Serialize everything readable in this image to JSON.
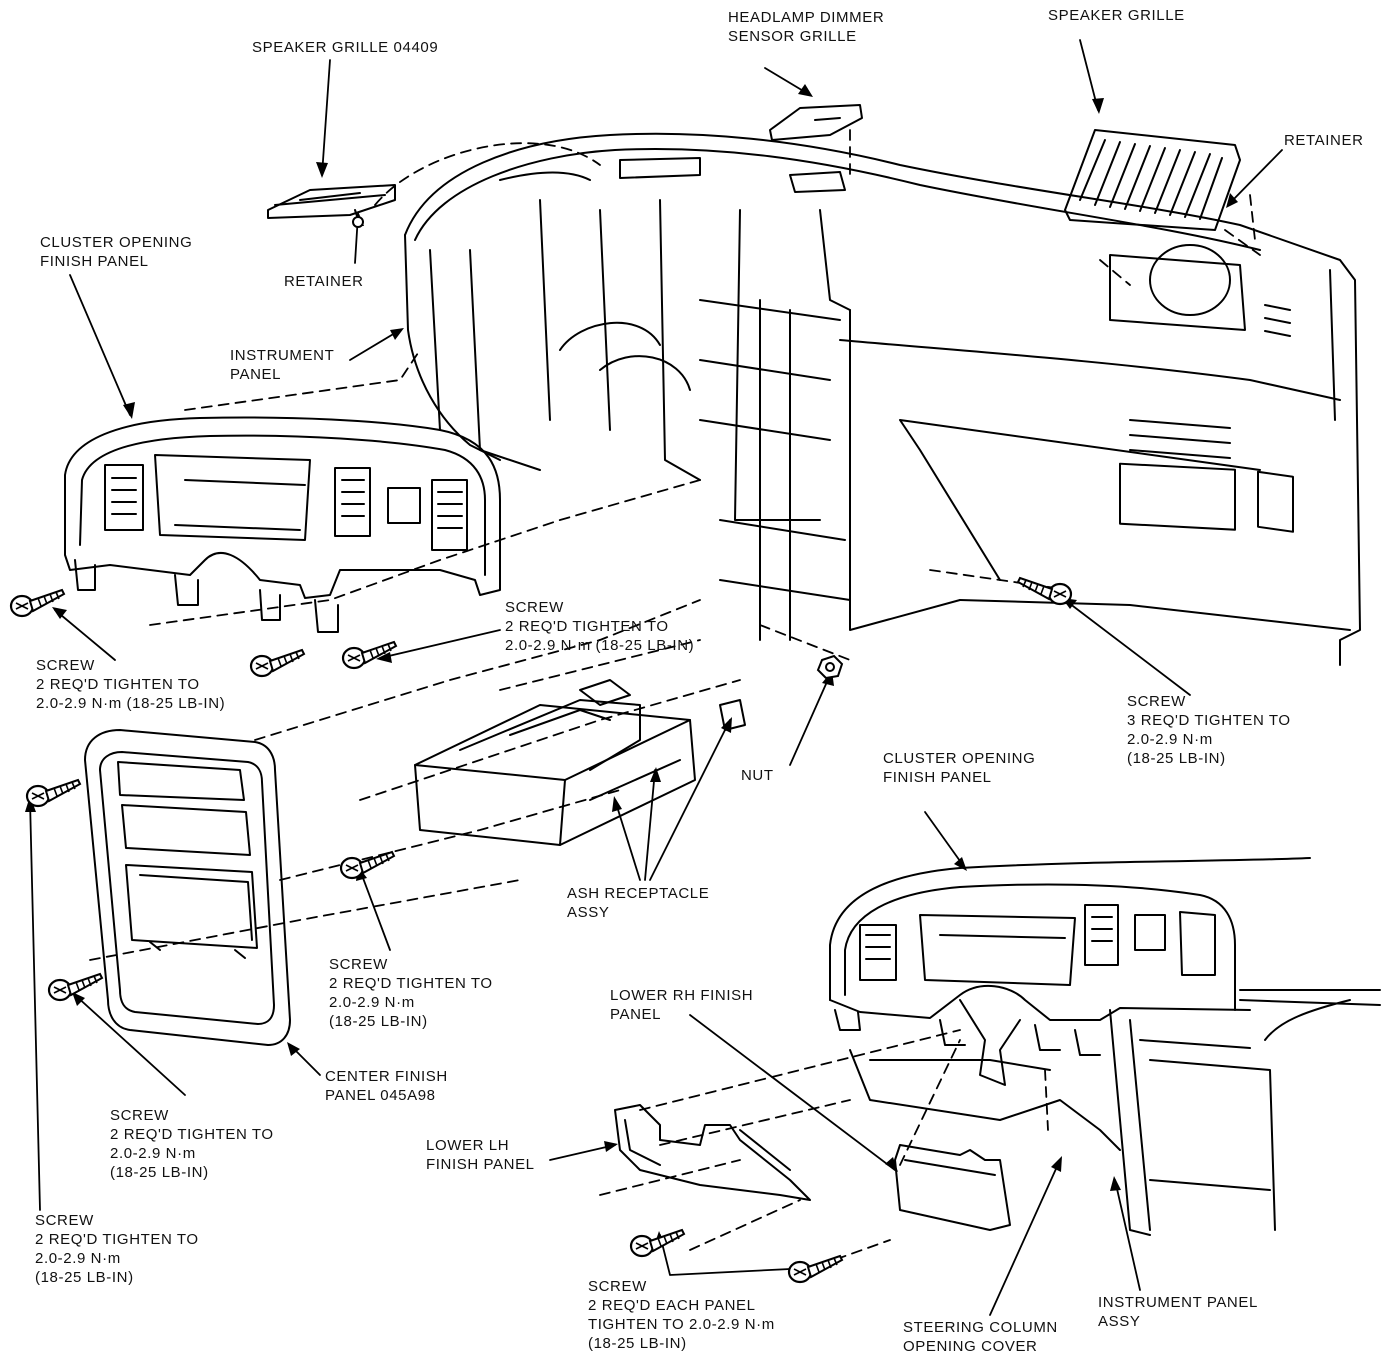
{
  "labels": {
    "speaker_grille_left": [
      "SPEAKER GRILLE 04409"
    ],
    "headlamp_dimmer": [
      "HEADLAMP DIMMER",
      "SENSOR GRILLE"
    ],
    "speaker_grille_right": [
      "SPEAKER GRILLE"
    ],
    "retainer_right": [
      "RETAINER"
    ],
    "cluster_opening_top": [
      "CLUSTER OPENING",
      "FINISH PANEL"
    ],
    "retainer_left": [
      "RETAINER"
    ],
    "instrument_panel": [
      "INSTRUMENT",
      "PANEL"
    ],
    "screw_center": [
      "SCREW",
      "2 REQ'D TIGHTEN TO",
      "2.0-2.9 N·m (18-25 LB-IN)"
    ],
    "screw_left_top": [
      "SCREW",
      "2 REQ'D TIGHTEN TO",
      "2.0-2.9 N·m (18-25 LB-IN)"
    ],
    "screw_right": [
      "SCREW",
      "3 REQ'D TIGHTEN TO",
      "2.0-2.9 N·m",
      "(18-25 LB-IN)"
    ],
    "nut": [
      "NUT"
    ],
    "cluster_opening_bottom": [
      "CLUSTER OPENING",
      "FINISH PANEL"
    ],
    "ash_receptacle": [
      "ASH RECEPTACLE",
      "ASSY"
    ],
    "screw_mid": [
      "SCREW",
      "2 REQ'D TIGHTEN TO",
      "2.0-2.9 N·m",
      "(18-25 LB-IN)"
    ],
    "lower_rh": [
      "LOWER RH FINISH",
      "PANEL"
    ],
    "center_finish": [
      "CENTER FINISH",
      "PANEL 045A98"
    ],
    "screw_left_mid": [
      "SCREW",
      "2 REQ'D TIGHTEN TO",
      "2.0-2.9 N·m",
      "(18-25 LB-IN)"
    ],
    "lower_lh": [
      "LOWER LH",
      "FINISH PANEL"
    ],
    "screw_left_bottom": [
      "SCREW",
      "2 REQ'D TIGHTEN TO",
      "2.0-2.9 N·m",
      "(18-25 LB-IN)"
    ],
    "screw_each_panel": [
      "SCREW",
      "2 REQ'D EACH PANEL",
      "TIGHTEN TO 2.0-2.9 N·m",
      "(18-25 LB-IN)"
    ],
    "instrument_panel_assy": [
      "INSTRUMENT PANEL",
      "ASSY"
    ],
    "steering_column": [
      "STEERING COLUMN",
      "OPENING COVER"
    ]
  }
}
